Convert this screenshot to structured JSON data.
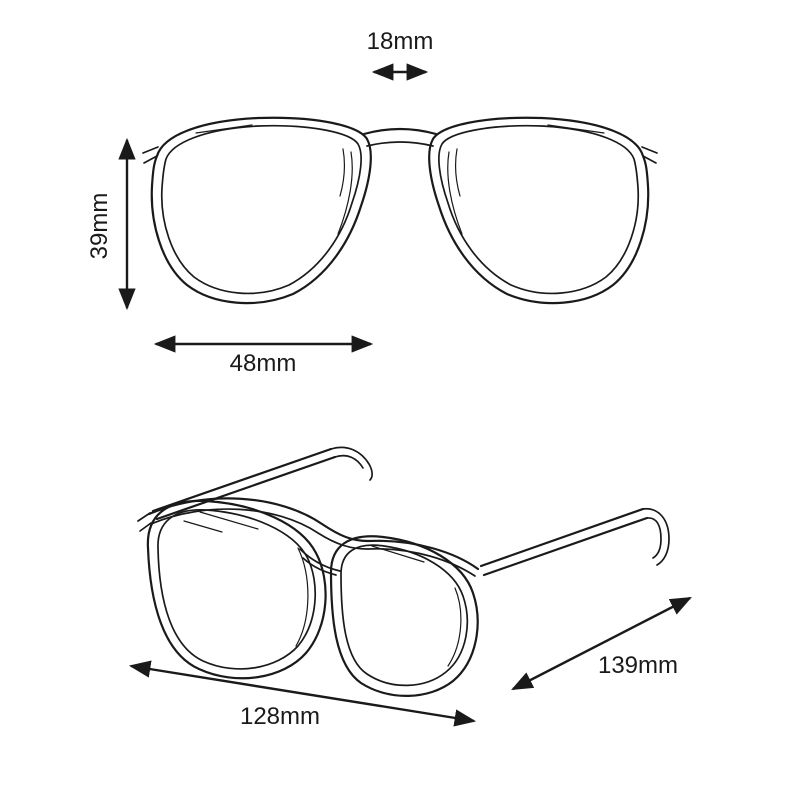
{
  "colors": {
    "line": "#1a1a1a",
    "background": "#ffffff"
  },
  "measurements": {
    "bridge_width": "18mm",
    "lens_height": "39mm",
    "lens_width": "48mm",
    "frame_width": "128mm",
    "temple_length": "139mm"
  }
}
